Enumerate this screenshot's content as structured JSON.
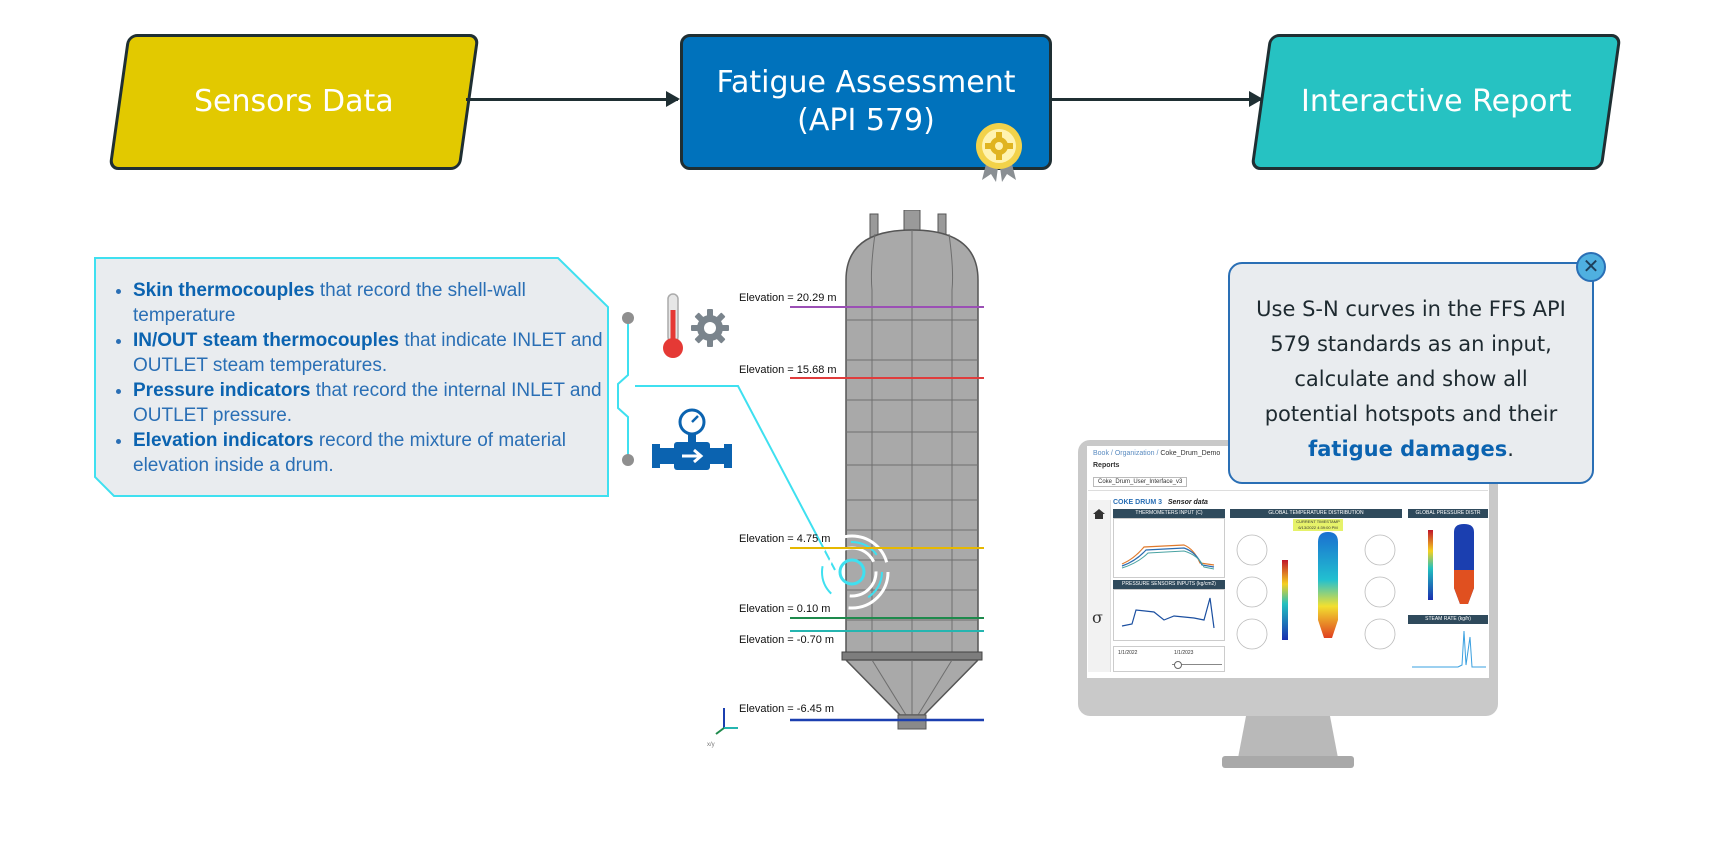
{
  "flow": {
    "sensors_label": "Sensors Data",
    "fatigue_line1": "Fatigue Assessment",
    "fatigue_line2": "(API 579)",
    "report_label": "Interactive Report"
  },
  "sensors": {
    "items": [
      {
        "bold": "Skin thermocouples",
        "rest": " that record the shell-wall temperature"
      },
      {
        "bold": "IN/OUT steam thermocouples",
        "rest": " that indicate INLET and OUTLET steam temperatures."
      },
      {
        "bold": "Pressure indicators",
        "rest": " that record the internal INLET and OUTLET pressure."
      },
      {
        "bold": "Elevation indicators",
        "rest": " record the mixture of material elevation inside a drum."
      }
    ]
  },
  "drum": {
    "elevations": [
      {
        "label": "Elevation = 20.29 m",
        "color": "#9b4fb5"
      },
      {
        "label": "Elevation = 15.68 m",
        "color": "#e03c3c"
      },
      {
        "label": "Elevation =   4.75 m",
        "color": "#e6b800"
      },
      {
        "label": "Elevation =   0.10 m",
        "color": "#1e8a4c"
      },
      {
        "label": "Elevation = -0.70 m",
        "color": "#25b5b0"
      },
      {
        "label": "Elevation = -6.45 m",
        "color": "#1b3fb0"
      }
    ],
    "axis_label": "x/y"
  },
  "callout": {
    "text_before": "Use S-N curves in the FFS API 579 standards as an input, calculate and show all potential hotspots and their ",
    "highlight": "fatigue damages",
    "text_after": ".",
    "close_glyph": "✕"
  },
  "monitor": {
    "breadcrumb_book": "Book",
    "breadcrumb_org": "Organization",
    "breadcrumb_demo": "Coke_Drum_Demo",
    "reports_label": "Reports",
    "tab_label": "Coke_Drum_User_Interface_v3",
    "page_title": "COKE DRUM 3",
    "page_subtitle": "Sensor data",
    "panel_thermo": "THERMOMETERS INPUT (C)",
    "panel_pressure": "PRESSURE SENSORS INPUTS (kg/cm2)",
    "panel_global_temp": "GLOBAL TEMPERATURE DISTRIBUTION",
    "panel_global_pressure": "GLOBAL PRESSURE DISTR",
    "panel_steam": "STEAM RATE (kg/h)",
    "current_timestamp_label": "CURRENT TIMESTAMP",
    "current_timestamp": "6/13/2022 4:39:00 PM",
    "slider_left": "1/1/2022",
    "slider_right": "1/1/2023"
  },
  "colors": {
    "sensors": "#e2c900",
    "fatigue": "#0072bc",
    "report": "#26c2c2",
    "text_blue": "#0b63b0",
    "panel_border": "#3fe0f0"
  }
}
